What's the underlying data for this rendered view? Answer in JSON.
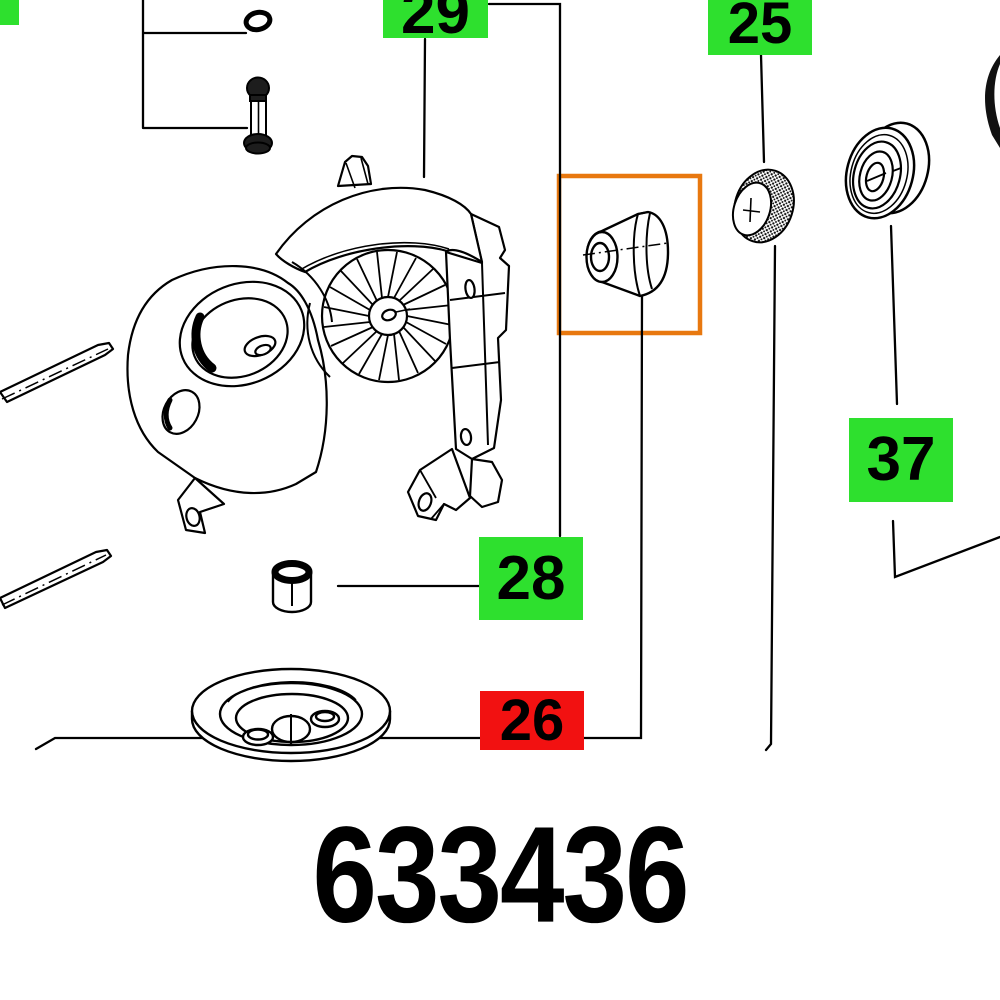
{
  "diagram": {
    "part_number": "633436",
    "callouts": {
      "c29": {
        "text": "29",
        "type": "green"
      },
      "c25": {
        "text": "25",
        "type": "green"
      },
      "c37": {
        "text": "37",
        "type": "green"
      },
      "c28": {
        "text": "28",
        "type": "green"
      },
      "c26": {
        "text": "26",
        "type": "red"
      },
      "partial_top_left": {
        "text": "",
        "type": "green"
      }
    },
    "colors": {
      "callout_green": "#2ee02e",
      "callout_red": "#f21111",
      "highlight_orange": "#e8780f",
      "line": "#000000",
      "background": "#ffffff"
    }
  }
}
